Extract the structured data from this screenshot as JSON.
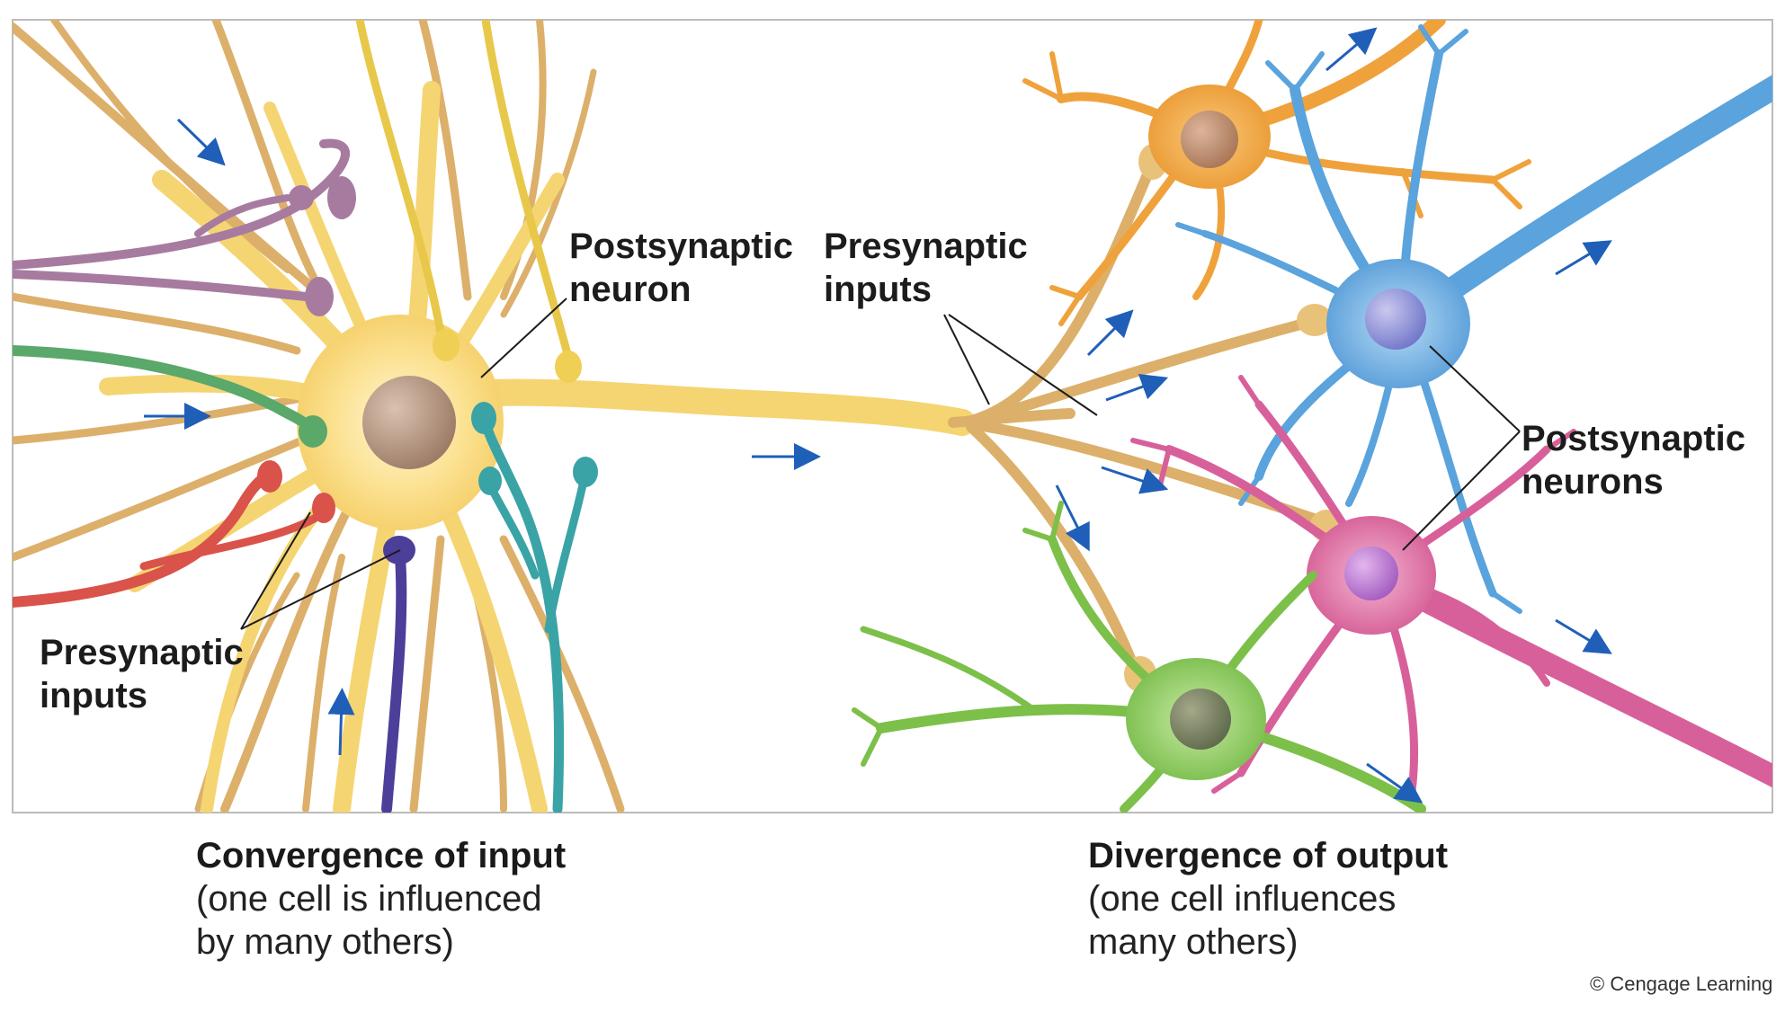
{
  "labels": {
    "postsynaptic_neuron": [
      "Postsynaptic",
      "neuron"
    ],
    "presynaptic_inputs_middle": [
      "Presynaptic",
      "inputs"
    ],
    "presynaptic_inputs_left": [
      "Presynaptic",
      "inputs"
    ],
    "postsynaptic_neurons": [
      "Postsynaptic",
      "neurons"
    ]
  },
  "captions": {
    "convergence": {
      "title": "Convergence of input",
      "lines": [
        "(one cell is influenced",
        "by many others)"
      ]
    },
    "divergence": {
      "title": "Divergence of output",
      "lines": [
        "(one cell influences",
        "many others)"
      ]
    }
  },
  "credit": "© Cengage Learning",
  "colors": {
    "yellow_neuron": "#f7d978",
    "orange_neuron": "#efa23c",
    "blue_neuron": "#5aa3dc",
    "pink_neuron": "#d8609a",
    "green_neuron": "#7cc04a",
    "axon_tan": "#dcb06a",
    "purple_input": "#a77ba0",
    "green_input": "#5aa86a",
    "red_input": "#d9534a",
    "navy_input": "#4b3f9a",
    "teal_input": "#3aa3a6",
    "arrow_blue": "#1f5fb8"
  }
}
